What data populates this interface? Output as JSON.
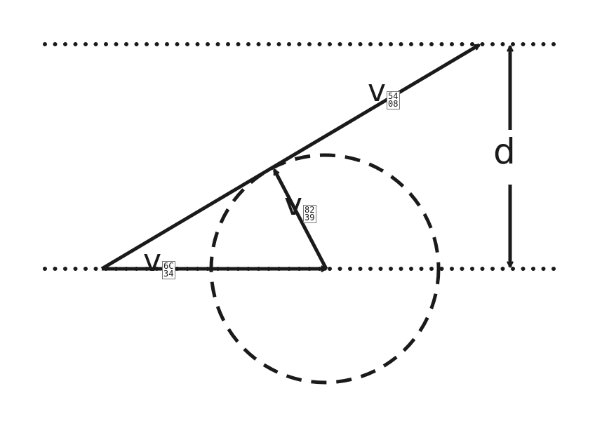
{
  "labels": {
    "resultant": {
      "symbol": "v",
      "glyph": "合",
      "hex_top": "54",
      "hex_bottom": "08"
    },
    "water": {
      "symbol": "v",
      "glyph": "水",
      "hex_top": "6C",
      "hex_bottom": "34"
    },
    "boat": {
      "symbol": "v",
      "glyph": "船",
      "hex_top": "82",
      "hex_bottom": "39"
    },
    "distance": "d"
  },
  "colors": {
    "stroke": "#1a1a1a",
    "background": "#ffffff"
  }
}
